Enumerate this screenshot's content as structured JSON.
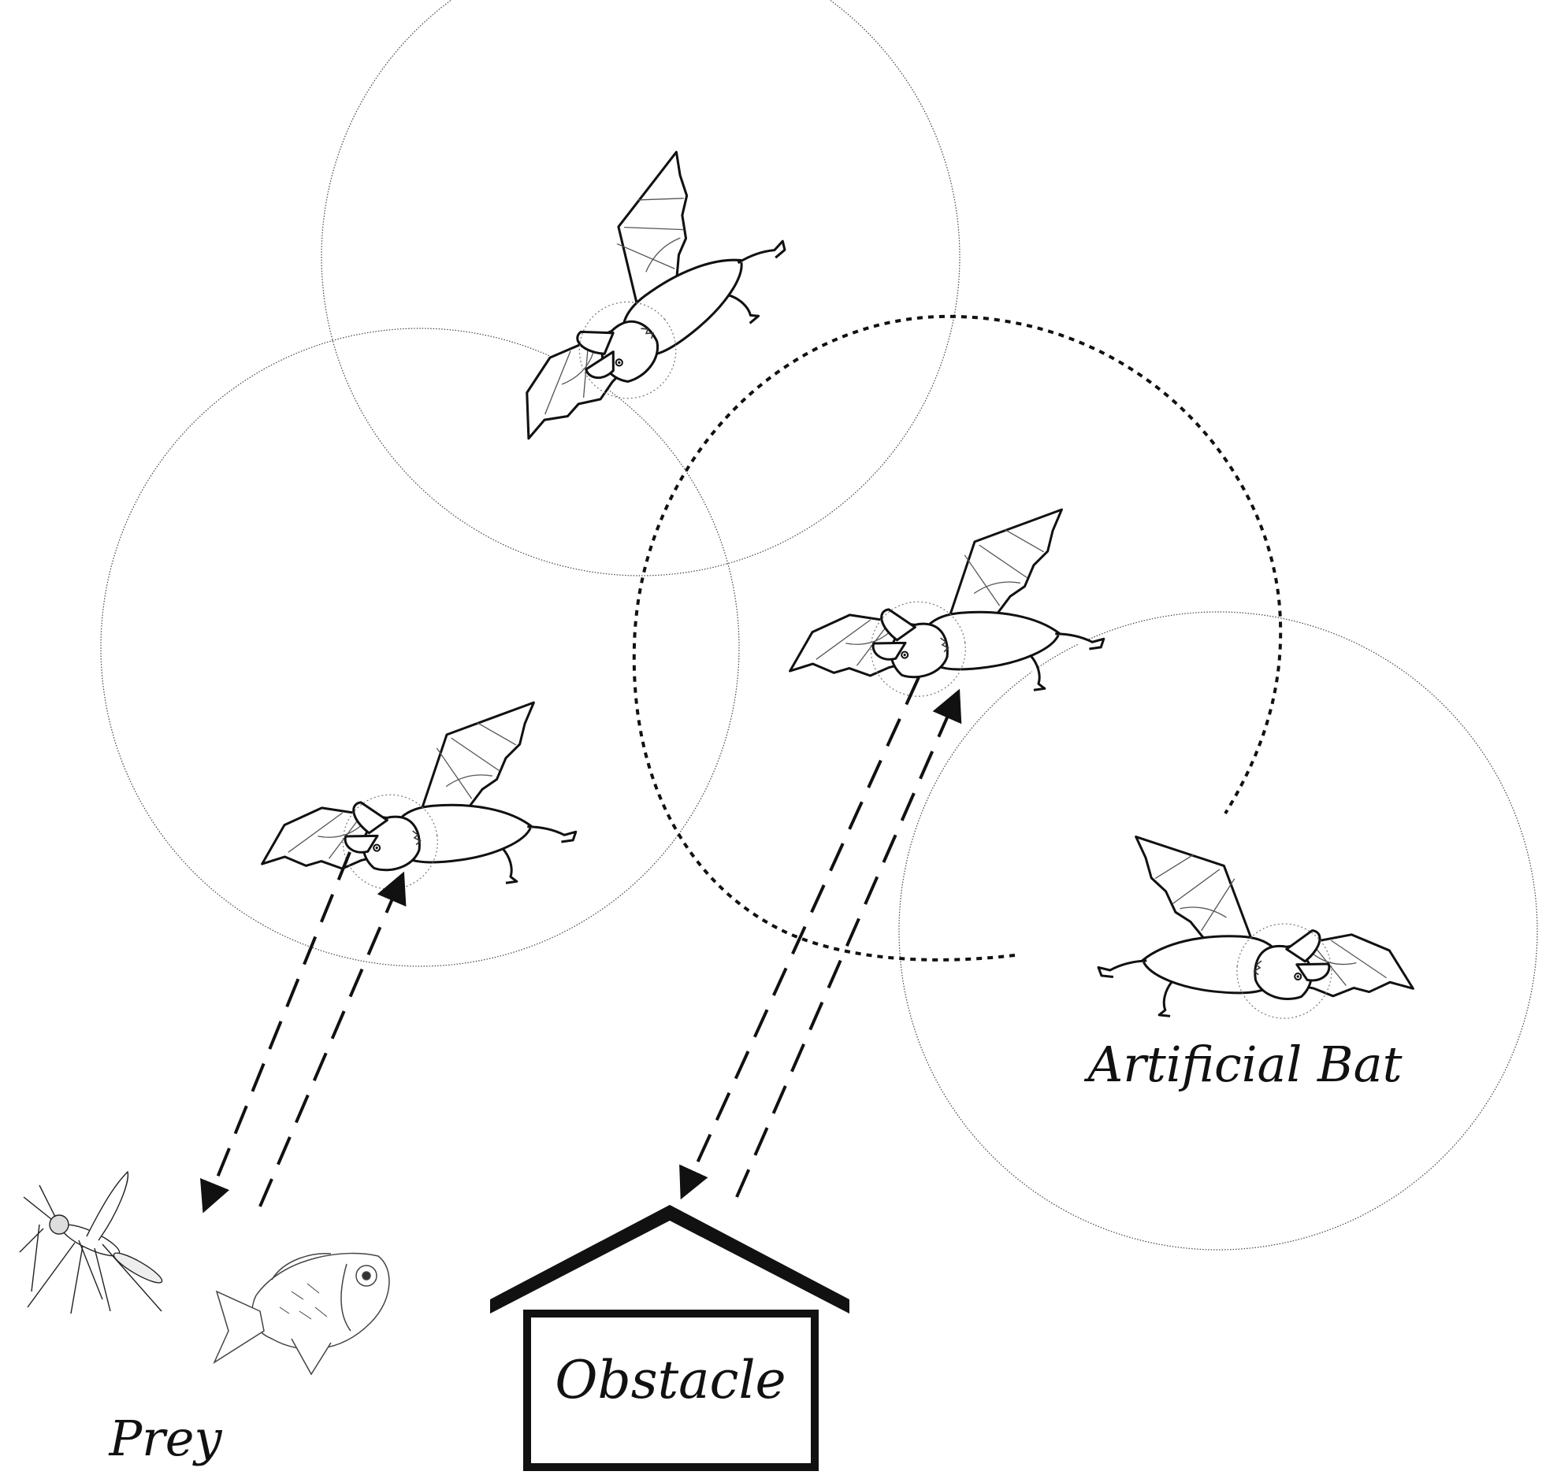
{
  "labels": {
    "artificial_bat": "Artificial Bat",
    "prey": "Prey",
    "obstacle": "Obstacle"
  },
  "colors": {
    "line": "#111111",
    "circle": "#444444",
    "background": "#ffffff"
  }
}
